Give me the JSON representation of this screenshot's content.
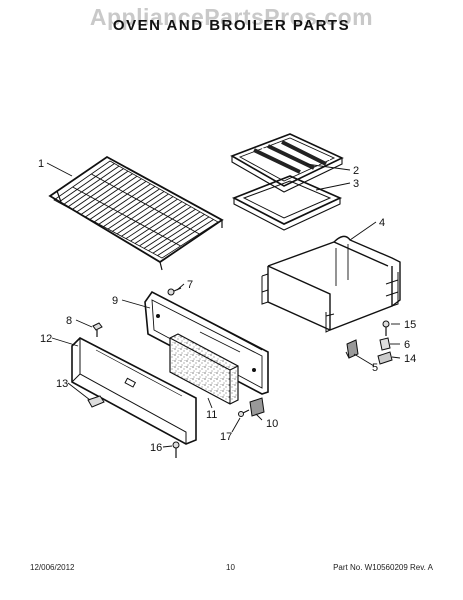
{
  "header": {
    "watermark": "AppliancePartsPros.com",
    "title": "OVEN AND BROILER PARTS"
  },
  "callouts": [
    {
      "label": "1"
    },
    {
      "label": "2"
    },
    {
      "label": "3"
    },
    {
      "label": "4"
    },
    {
      "label": "5"
    },
    {
      "label": "6"
    },
    {
      "label": "7"
    },
    {
      "label": "8"
    },
    {
      "label": "9"
    },
    {
      "label": "10"
    },
    {
      "label": "11"
    },
    {
      "label": "12"
    },
    {
      "label": "13"
    },
    {
      "label": "14"
    },
    {
      "label": "15"
    },
    {
      "label": "16"
    },
    {
      "label": "17"
    }
  ],
  "footer": {
    "date": "12/006/2012",
    "page": "10",
    "part": "Part No.  W10560209  Rev.  A"
  }
}
